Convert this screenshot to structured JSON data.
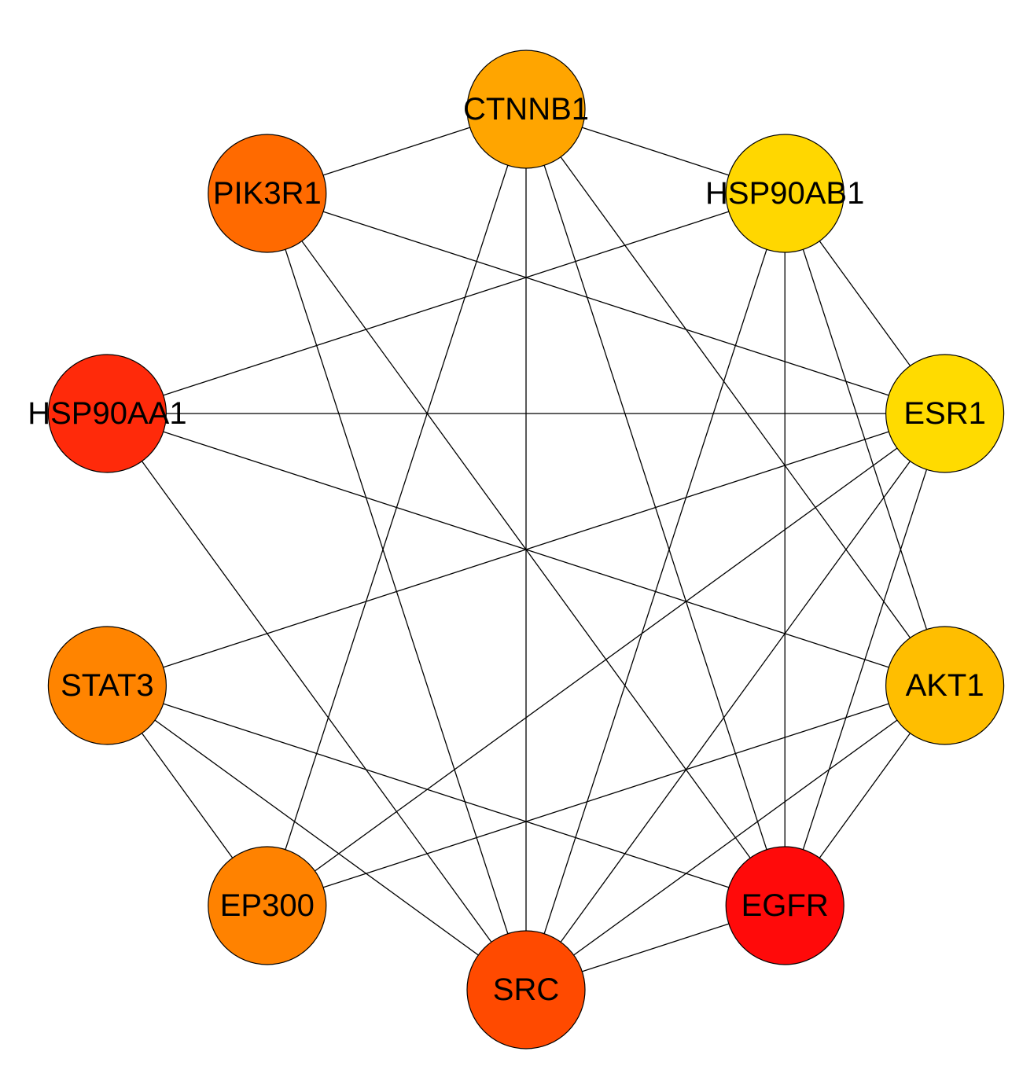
{
  "nodes": [
    {
      "id": "CTNNB1",
      "label": "CTNNB1",
      "color": "#FFA500"
    },
    {
      "id": "HSP90AB1",
      "label": "HSP90AB1",
      "color": "#FFD700"
    },
    {
      "id": "ESR1",
      "label": "ESR1",
      "color": "#FFDB00"
    },
    {
      "id": "AKT1",
      "label": "AKT1",
      "color": "#FFBE00"
    },
    {
      "id": "EGFR",
      "label": "EGFR",
      "color": "#FF0A0A"
    },
    {
      "id": "SRC",
      "label": "SRC",
      "color": "#FF4A00"
    },
    {
      "id": "EP300",
      "label": "EP300",
      "color": "#FF8200"
    },
    {
      "id": "STAT3",
      "label": "STAT3",
      "color": "#FF8400"
    },
    {
      "id": "HSP90AA1",
      "label": "HSP90AA1",
      "color": "#FF2A0A"
    },
    {
      "id": "PIK3R1",
      "label": "PIK3R1",
      "color": "#FF6A00"
    }
  ],
  "edges": [
    [
      "CTNNB1",
      "PIK3R1"
    ],
    [
      "CTNNB1",
      "HSP90AB1"
    ],
    [
      "CTNNB1",
      "EP300"
    ],
    [
      "CTNNB1",
      "SRC"
    ],
    [
      "CTNNB1",
      "EGFR"
    ],
    [
      "CTNNB1",
      "AKT1"
    ],
    [
      "PIK3R1",
      "ESR1"
    ],
    [
      "PIK3R1",
      "SRC"
    ],
    [
      "PIK3R1",
      "EGFR"
    ],
    [
      "HSP90AB1",
      "HSP90AA1"
    ],
    [
      "HSP90AB1",
      "SRC"
    ],
    [
      "HSP90AB1",
      "EGFR"
    ],
    [
      "HSP90AB1",
      "ESR1"
    ],
    [
      "HSP90AB1",
      "AKT1"
    ],
    [
      "HSP90AA1",
      "ESR1"
    ],
    [
      "HSP90AA1",
      "AKT1"
    ],
    [
      "HSP90AA1",
      "SRC"
    ],
    [
      "ESR1",
      "STAT3"
    ],
    [
      "ESR1",
      "EP300"
    ],
    [
      "ESR1",
      "SRC"
    ],
    [
      "ESR1",
      "EGFR"
    ],
    [
      "AKT1",
      "EP300"
    ],
    [
      "AKT1",
      "SRC"
    ],
    [
      "AKT1",
      "EGFR"
    ],
    [
      "STAT3",
      "EP300"
    ],
    [
      "STAT3",
      "SRC"
    ],
    [
      "STAT3",
      "EGFR"
    ],
    [
      "SRC",
      "EGFR"
    ]
  ]
}
